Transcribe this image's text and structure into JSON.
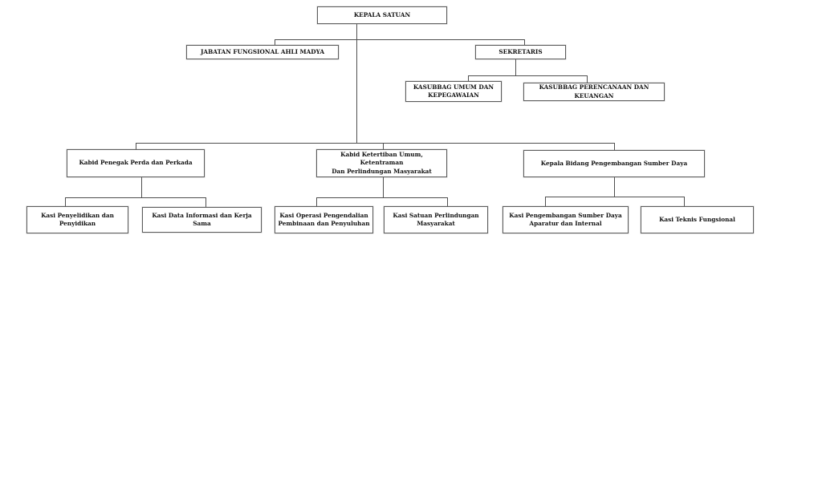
{
  "org_chart": {
    "nodes": {
      "kepala_satuan": {
        "label": "KEPALA SATUAN"
      },
      "jabatan_fungsional": {
        "label": "JABATAN FUNGSIONAL AHLI MADYA"
      },
      "sekretaris": {
        "label": "SEKRETARIS"
      },
      "kasubbag_umum": {
        "label": "KASUBBAG UMUM DAN\nKEPEGAWAIAN"
      },
      "kasubbag_perencanaan": {
        "label": "KASUBBAG PERENCANAAN DAN KEUANGAN"
      },
      "kabid_penegak": {
        "label": "Kabid Penegak Perda dan Perkada"
      },
      "kabid_ketertiban": {
        "label": "Kabid Ketertiban Umum, Ketentraman\nDan Perlindungan Masyarakat"
      },
      "kepala_bidang_pengembangan": {
        "label": "Kepala Bidang Pengembangan Sumber Daya"
      },
      "kasi_penyelidikan": {
        "label": "Kasi Penyelidikan dan\nPenyidikan"
      },
      "kasi_data_informasi": {
        "label": "Kasi Data Informasi dan Kerja Sama"
      },
      "kasi_operasi": {
        "label": "Kasi Operasi Pengendalian\nPembinaan dan Penyuluhan"
      },
      "kasi_satuan_linmas": {
        "label": "Kasi Satuan Perlindungan\nMasyarakat"
      },
      "kasi_pengembangan_sdm": {
        "label": "Kasi Pengembangan Sumber Daya\nAparatur dan Internal"
      },
      "kasi_teknis_fungsional": {
        "label": "Kasi Teknis Fungsional"
      }
    },
    "hierarchy": {
      "kepala_satuan": [
        "jabatan_fungsional",
        "sekretaris",
        "kabid_penegak",
        "kabid_ketertiban",
        "kepala_bidang_pengembangan"
      ],
      "sekretaris": [
        "kasubbag_umum",
        "kasubbag_perencanaan"
      ],
      "kabid_penegak": [
        "kasi_penyelidikan",
        "kasi_data_informasi"
      ],
      "kabid_ketertiban": [
        "kasi_operasi",
        "kasi_satuan_linmas"
      ],
      "kepala_bidang_pengembangan": [
        "kasi_pengembangan_sdm",
        "kasi_teknis_fungsional"
      ]
    },
    "colors": {
      "background": "#ffffff",
      "box_border": "#5c5c5c",
      "connector_line": "#4f4f4f",
      "text": "#111111"
    }
  }
}
